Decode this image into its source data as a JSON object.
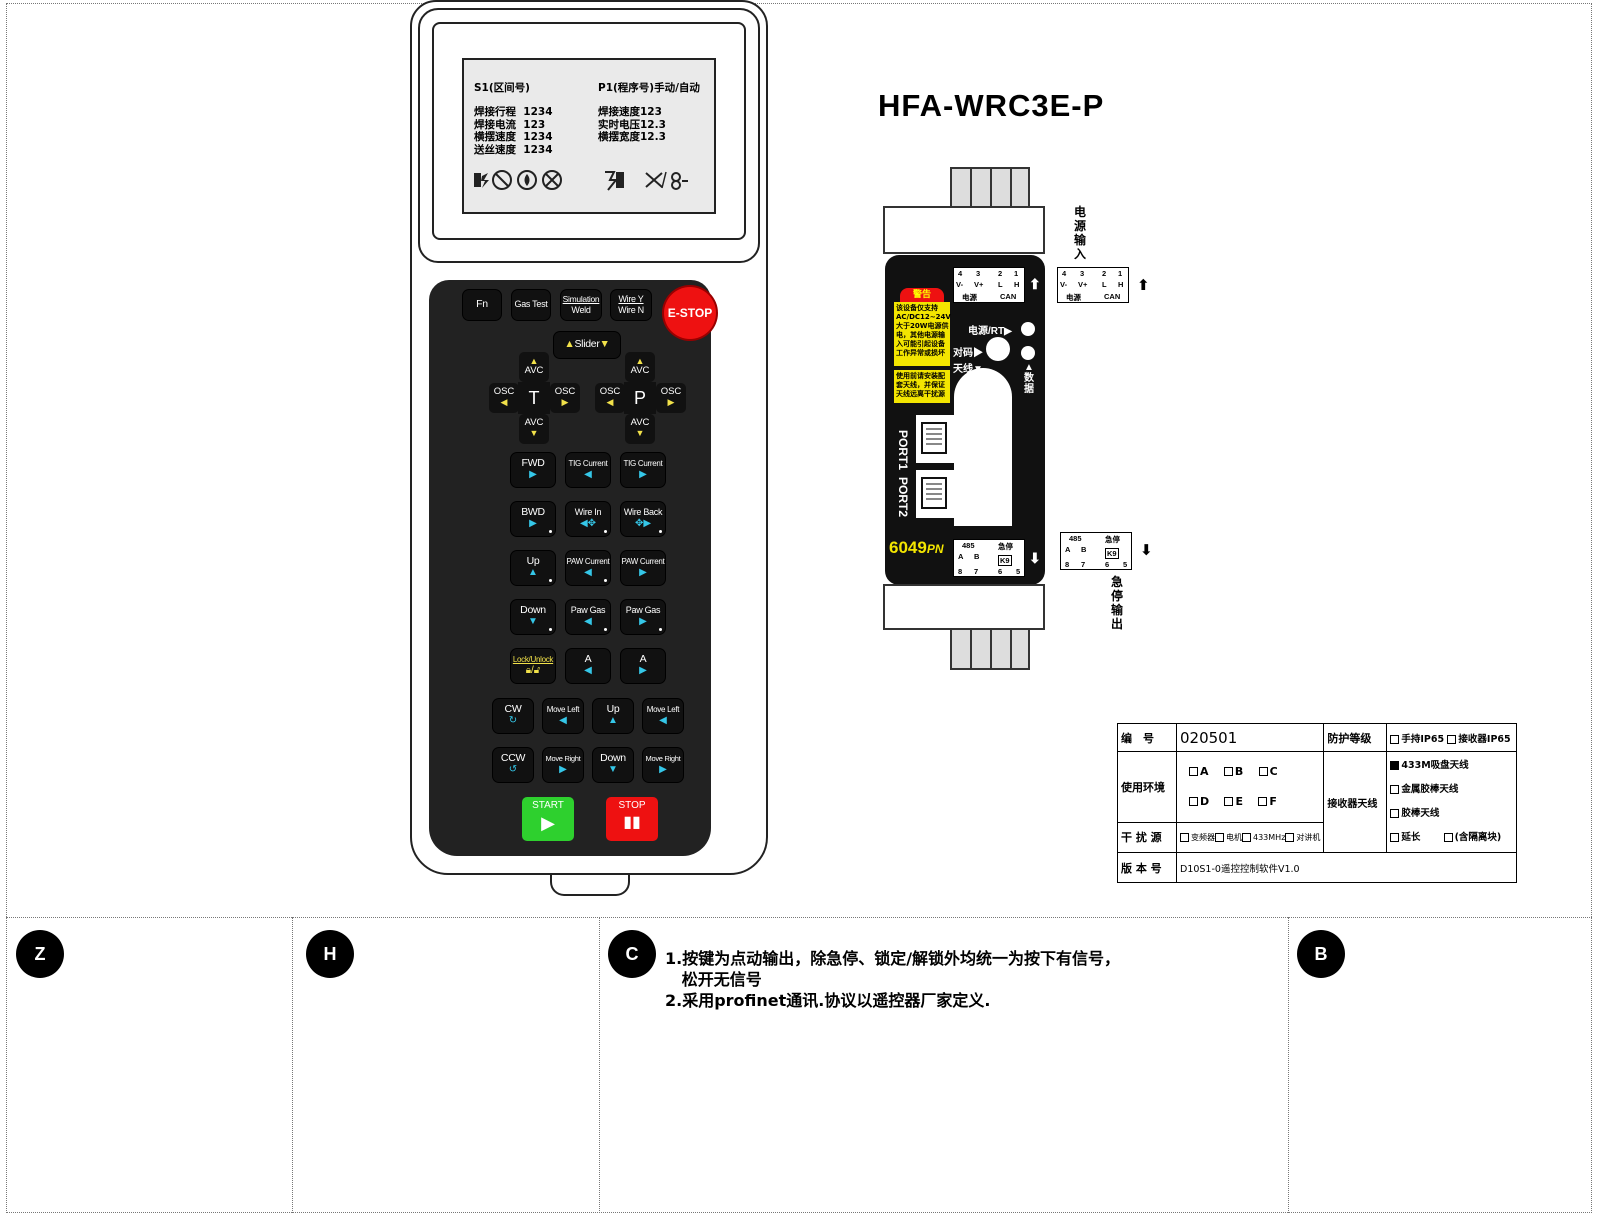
{
  "pendant": {
    "screen": {
      "left_header": "S1(区间号)",
      "right_header": "P1(程序号)手动/自动",
      "left_lines": "焊接行程  1234\n焊接电流  123\n横摆速度  1234\n送丝速度  1234",
      "right_lines": "焊接速度123\n实时电压12.3\n横摆宽度12.3"
    },
    "keys_top": {
      "fn": "Fn",
      "gas_test": "Gas Test",
      "sim_weld_a": "Simulation",
      "sim_weld_b": "Weld",
      "wire_y": "Wire Y",
      "wire_n": "Wire N",
      "estop": "E-STOP"
    },
    "slider": "Slider",
    "dpad_t": {
      "center": "T",
      "up": "AVC",
      "down": "AVC",
      "left": "OSC",
      "right": "OSC"
    },
    "dpad_p": {
      "center": "P",
      "up": "AVC",
      "down": "AVC",
      "left": "OSC",
      "right": "OSC"
    },
    "grid_keys": [
      [
        "FWD",
        "TIG Current",
        "TIG Current"
      ],
      [
        "BWD",
        "Wire In",
        "Wire Back"
      ],
      [
        "Up",
        "PAW Current",
        "PAW Current"
      ],
      [
        "Down",
        "Paw Gas",
        "Paw Gas"
      ],
      [
        "Lock/Unlock",
        "A",
        "A"
      ]
    ],
    "grid4_keys": [
      [
        "CW",
        "Move Left",
        "Up",
        "Move Left"
      ],
      [
        "CCW",
        "Move Right",
        "Down",
        "Move Right"
      ]
    ],
    "start": "START",
    "stop": "STOP"
  },
  "receiver": {
    "model": "HFA-WRC3E-P",
    "warning_title": "警告",
    "warning_text": "该设备仅支持\nAC/DC12~24V\n大于20W电源供\n电，其他电源输\n入可能引起设备\n工作异常或损坏",
    "warning2_text": "使用前请安装配\n套天线，并保证\n天线远离干扰源",
    "power_rt": "电源/RT",
    "pair": "对码",
    "antenna": "天线",
    "data": "数据",
    "port1": "PORT1",
    "port2": "PORT2",
    "brand": "6049",
    "brand_suffix": "PN",
    "top_term": {
      "n4": "4",
      "n3": "3",
      "n2": "2",
      "n1": "1",
      "v_minus": "V-",
      "v_plus": "V+",
      "l": "L",
      "h": "H",
      "power": "电源",
      "can": "CAN"
    },
    "bottom_term": {
      "b485": "485",
      "estop": "急停",
      "a": "A",
      "b": "B",
      "n8": "8",
      "n7": "7",
      "n6": "6",
      "n5": "5",
      "k9": "K9"
    },
    "label_power_in": "电源输入",
    "label_estop_out": "急停输出"
  },
  "spec": {
    "number_label": "编　号",
    "number_value": "020501",
    "protection_label": "防护等级",
    "protection_opt1": "手持IP65",
    "protection_opt2": "接收器IP65",
    "env_label": "使用环境",
    "env_opts": [
      "A",
      "B",
      "C",
      "D",
      "E",
      "F"
    ],
    "antenna_label": "接收器天线",
    "antenna_opt1": "433M吸盘天线",
    "antenna_opt2": "金属胶棒天线",
    "antenna_opt3": "胶棒天线",
    "antenna_opt4": "延长",
    "antenna_opt5": "(含隔离块)",
    "interference_label": "干 扰 源",
    "interference_opts": [
      "变频器",
      "电机",
      "433MHz",
      "对讲机"
    ],
    "version_label": "版 本 号",
    "version_value": "D10S1-0遥控控制软件V1.0"
  },
  "sections": {
    "z": "Z",
    "h": "H",
    "c": "C",
    "b": "B"
  },
  "notes": {
    "line1": "1.按键为点动输出，除急停、锁定/解锁外均统一为按下有信号，",
    "line1b": "   松开无信号",
    "line2": "2.采用profinet通讯.协议以遥控器厂家定义."
  }
}
